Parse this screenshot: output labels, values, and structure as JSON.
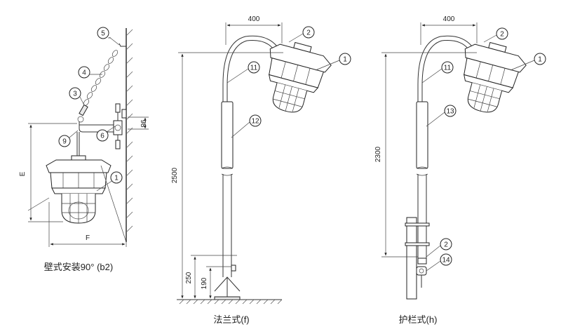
{
  "captions": {
    "wall": "壁式安装90° (b2)",
    "flange": "法兰式(f)",
    "guard": "护栏式(h)"
  },
  "dimensions": {
    "wall_e": "E",
    "wall_f": "F",
    "wall_98": "98",
    "flange_arm": "400",
    "flange_height": "2500",
    "flange_250": "250",
    "flange_190": "190",
    "guard_arm": "400",
    "guard_height": "2300"
  },
  "callouts": {
    "n1": "1",
    "n2": "2",
    "n3": "3",
    "n4": "4",
    "n5": "5",
    "n6": "6",
    "n9": "9",
    "n11": "11",
    "n12": "12",
    "n13": "13",
    "n14": "14"
  }
}
